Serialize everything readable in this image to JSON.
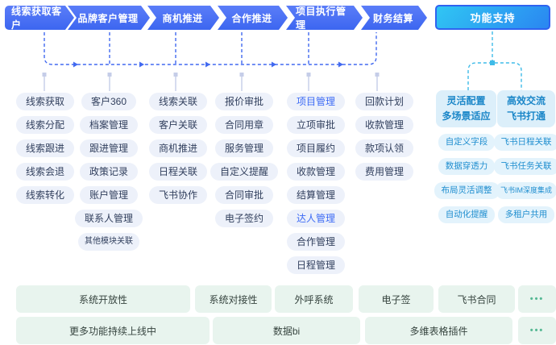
{
  "stages": [
    "线索获取客户",
    "品牌客户管理",
    "商机推进",
    "合作推进",
    "项目执行管理",
    "财务结算"
  ],
  "support_label": "功能支持",
  "columns": [
    {
      "stage": "线索获取客户",
      "items": [
        "线索获取",
        "线索分配",
        "线索跟进",
        "线索会退",
        "线索转化"
      ]
    },
    {
      "stage": "品牌客户管理",
      "items": [
        "客户360",
        "档案管理",
        "跟进管理",
        "政策记录",
        "账户管理",
        "联系人管理",
        {
          "t": "其他模块关联",
          "small": true
        }
      ]
    },
    {
      "stage": "商机推进",
      "items": [
        "线索关联",
        "客户关联",
        "商机推进",
        "日程关联",
        "飞书协作"
      ]
    },
    {
      "stage": "合作推进",
      "items": [
        "报价审批",
        "合同用章",
        "服务管理",
        "自定义提醒",
        "合同审批",
        "电子签约"
      ]
    },
    {
      "stage": "项目执行管理",
      "items": [
        {
          "t": "项目管理",
          "accent": true
        },
        "立项审批",
        "项目履约",
        "收款管理",
        "结算管理",
        {
          "t": "达人管理",
          "accent": true
        },
        "合作管理",
        "日程管理"
      ]
    },
    {
      "stage": "财务结算",
      "items": [
        "回款计划",
        "收款管理",
        "款项认领",
        "费用管理"
      ]
    }
  ],
  "support_groups": [
    {
      "title1": "灵活配置",
      "title2": "多场景适应",
      "items": [
        "自定义字段",
        "数据穿透力",
        "布局灵活调整",
        "自动化提醒"
      ]
    },
    {
      "title1": "高效交流",
      "title2": "飞书打通",
      "items": [
        "飞书日程关联",
        "飞书任务关联",
        {
          "t": "飞书IM深度集成",
          "small": true
        },
        "多租户共用"
      ]
    }
  ],
  "footer": {
    "row1": [
      "系统开放性",
      "系统对接性",
      "外呼系统",
      "电子签",
      "飞书合同",
      "•••"
    ],
    "row2": [
      "更多功能持续上线中",
      "数据bi",
      "多维表格插件",
      "•••"
    ]
  },
  "colors": {
    "stage_blue": "#3c66f0",
    "support_cyan": "#30c6f3",
    "support_border_blue": "#2f63f0",
    "accent_text_blue": "#3d6bf5",
    "pill_bg": "#edf1fa",
    "support_pill_text": "#1f8ecf",
    "footer_bg": "#e8f4ee",
    "footer_dots_green": "#55b893",
    "flow_dash_blue": "#4169f0",
    "pin_gray": "#c5cde8",
    "cyan_dash": "#3fbbe8"
  }
}
